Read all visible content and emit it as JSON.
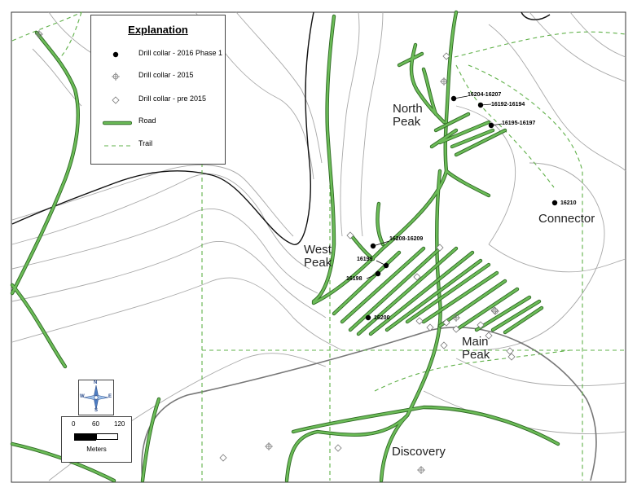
{
  "legend": {
    "title": "Explanation",
    "items": [
      {
        "symbol": "drill-collar-2016",
        "label": "Drill collar - 2016 Phase 1"
      },
      {
        "symbol": "drill-collar-2015",
        "label": "Drill collar - 2015"
      },
      {
        "symbol": "drill-collar-pre2015",
        "label": "Drill collar - pre 2015"
      },
      {
        "symbol": "road",
        "label": "Road"
      },
      {
        "symbol": "trail",
        "label": "Trail"
      }
    ]
  },
  "places": {
    "north_peak_1": "North",
    "north_peak_2": "Peak",
    "west_peak_1": "West",
    "west_peak_2": "Peak",
    "main_peak_1": "Main",
    "main_peak_2": "Peak",
    "connector": "Connector",
    "discovery": "Discovery"
  },
  "holes": {
    "h1": "16204-16207",
    "h2": "16192-16194",
    "h3": "16195-16197",
    "h4": "16210",
    "h5": "16208-16209",
    "h6": "16199",
    "h7": "16198",
    "h8": "16200"
  },
  "scale": {
    "t0": "0",
    "t1": "60",
    "t2": "120",
    "unit": "Meters"
  },
  "compass": {
    "n": "N",
    "s": "S",
    "e": "E",
    "w": "W"
  },
  "colors": {
    "road": "#4c9a3a",
    "road_outline": "#2f6a24",
    "trail": "#5fb048",
    "contour": "#9a9a9a",
    "black_line": "#111111",
    "grey_road": "#777777"
  }
}
